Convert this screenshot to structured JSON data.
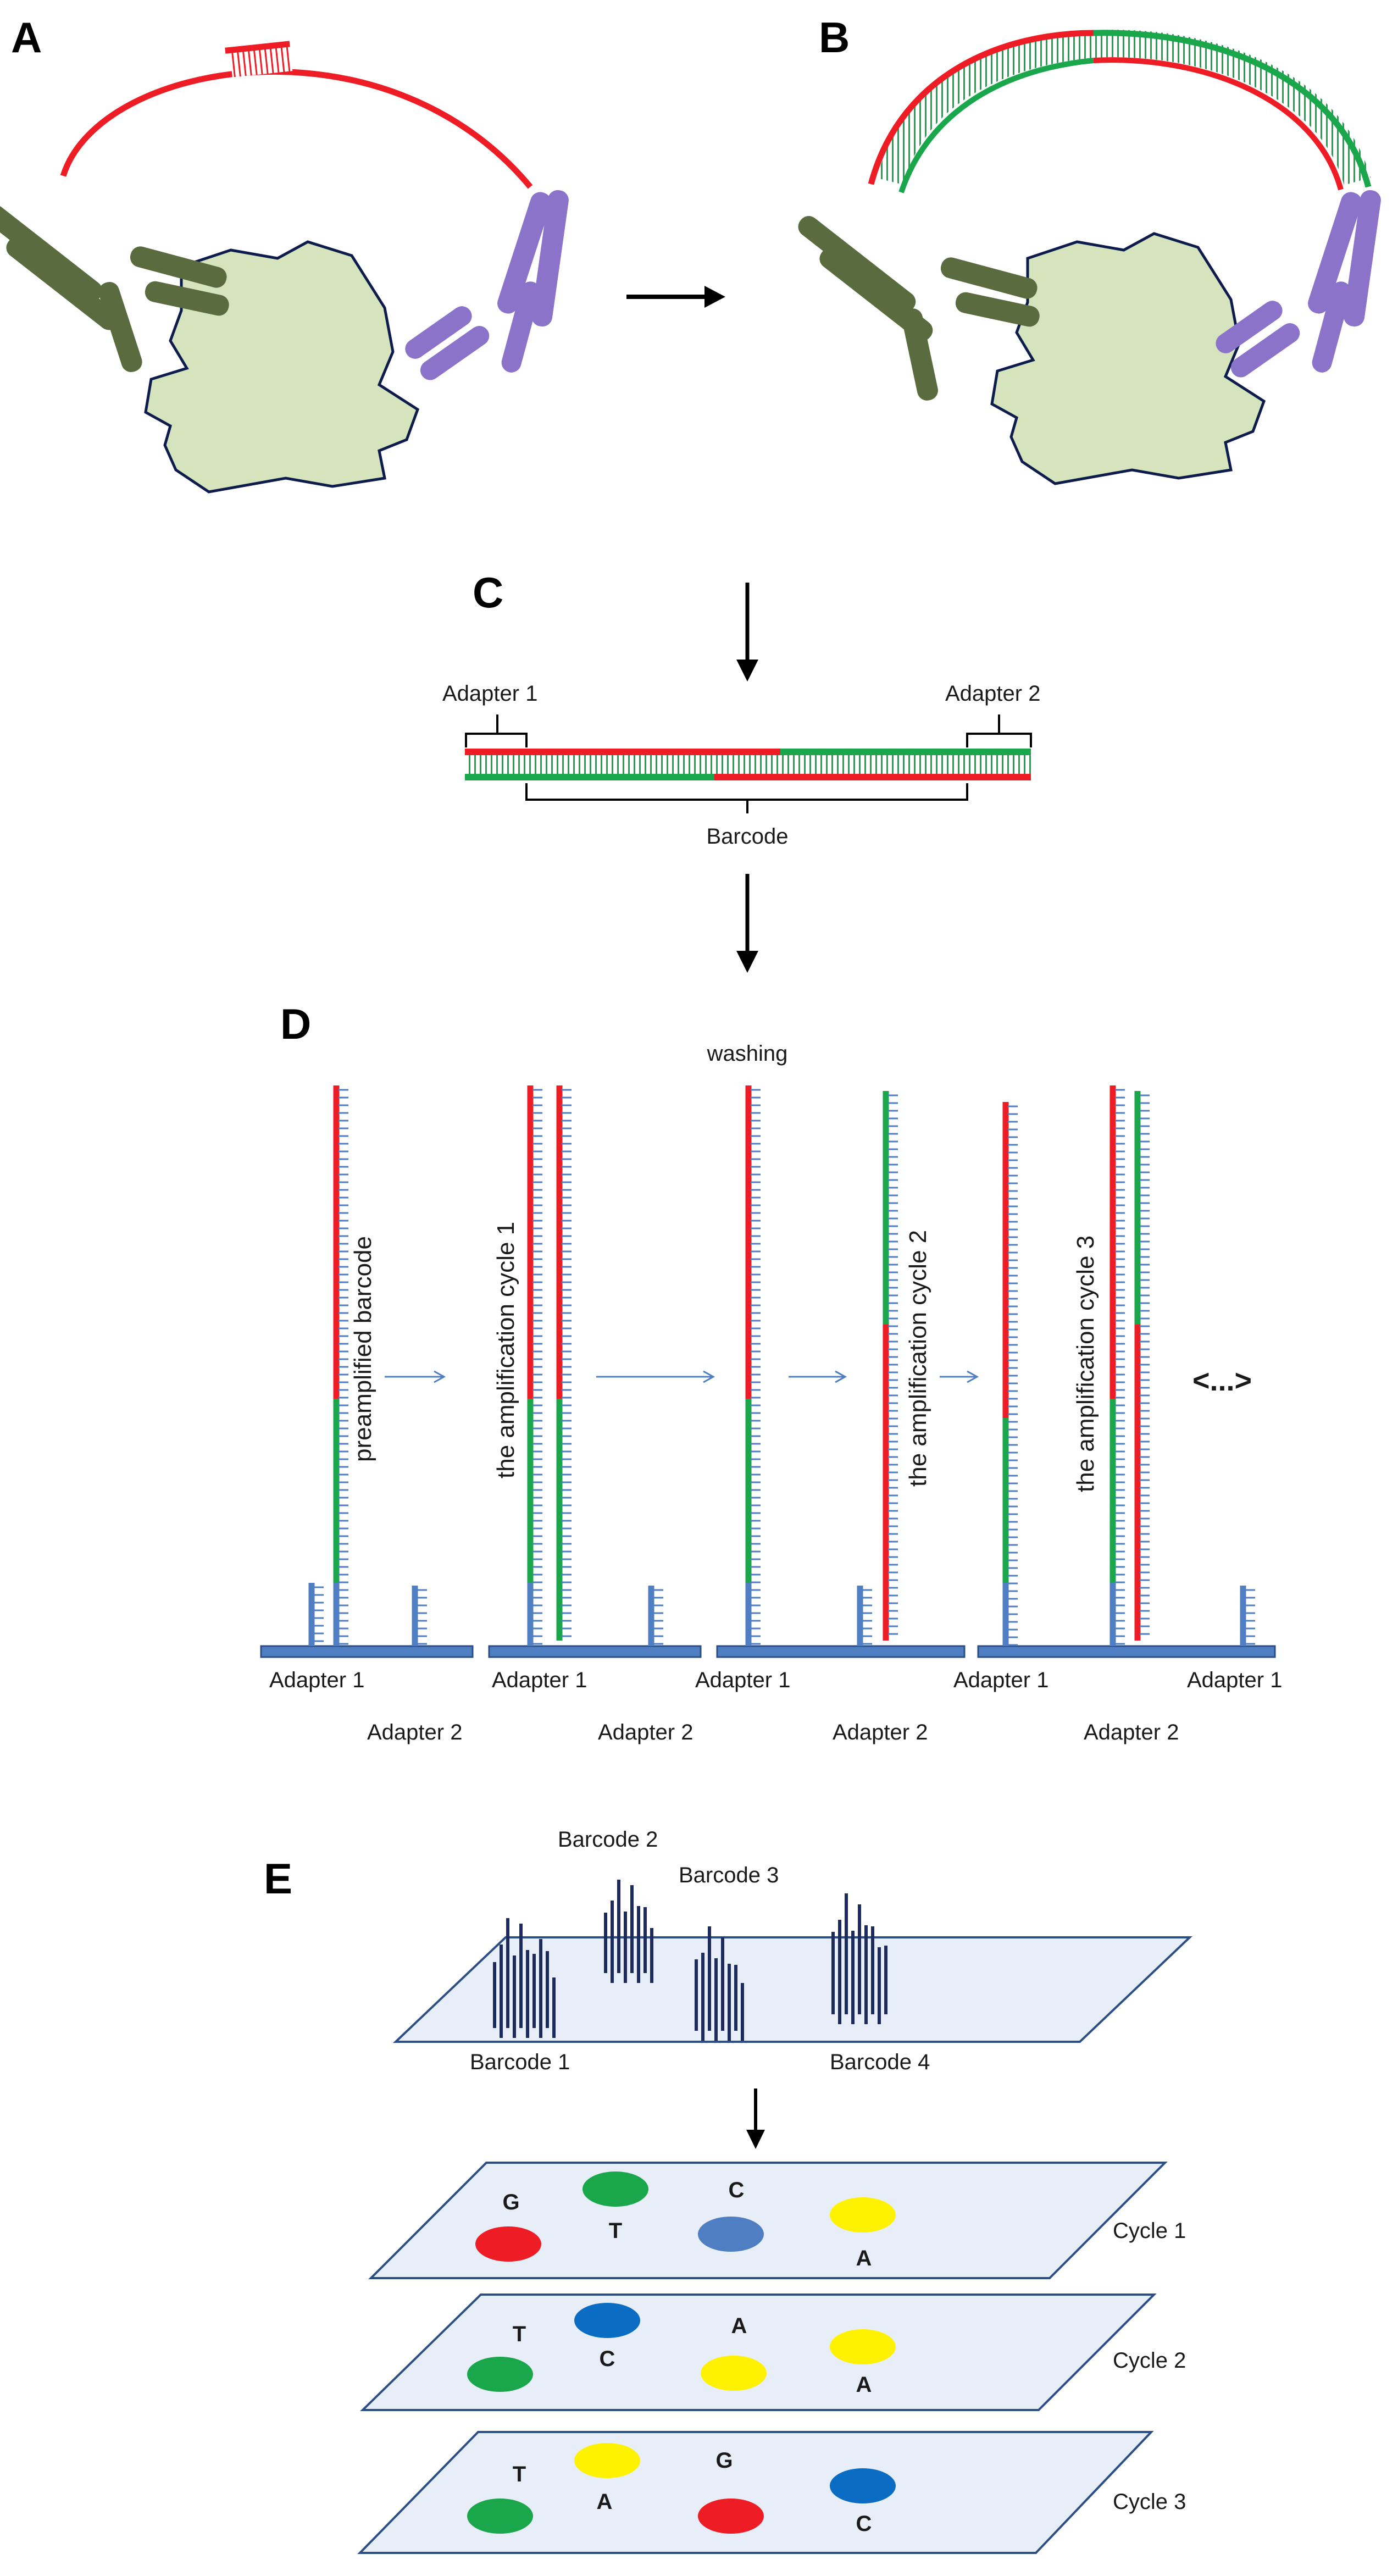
{
  "panels": {
    "a": "A",
    "b": "B",
    "c": "C",
    "d": "D",
    "e": "E"
  },
  "panel_c": {
    "adapter1": "Adapter 1",
    "adapter2": "Adapter 2",
    "barcode": "Barcode"
  },
  "panel_d": {
    "washing": "washing",
    "preamplified": "preamplified barcode",
    "cycle1": "the amplification cycle  1",
    "cycle2": "the amplification cycle  2",
    "cycle3": "the amplification cycle  3",
    "ellipsis": "<...>",
    "adapter1": "Adapter 1",
    "adapter2": "Adapter 2"
  },
  "panel_e": {
    "barcode1": "Barcode 1",
    "barcode2": "Barcode 2",
    "barcode3": "Barcode 3",
    "barcode4": "Barcode 4",
    "cycles": [
      {
        "label": "Cycle 1",
        "bases": [
          "G",
          "T",
          "C",
          "A"
        ]
      },
      {
        "label": "Cycle 2",
        "bases": [
          "T",
          "C",
          "A",
          "A"
        ]
      },
      {
        "label": "Cycle 3",
        "bases": [
          "T",
          "A",
          "G",
          "C"
        ]
      }
    ]
  },
  "colors": {
    "red": "#ee1c24",
    "green": "#1aa64a",
    "blue": "#4f7fc2",
    "antibody_green": "#5a6b3f",
    "antibody_purple": "#8b73c9",
    "protein": "#d5e4bd",
    "plate": "#e8eef7",
    "yellow": "#fff200",
    "dark_blue": "#0b6cc4"
  }
}
